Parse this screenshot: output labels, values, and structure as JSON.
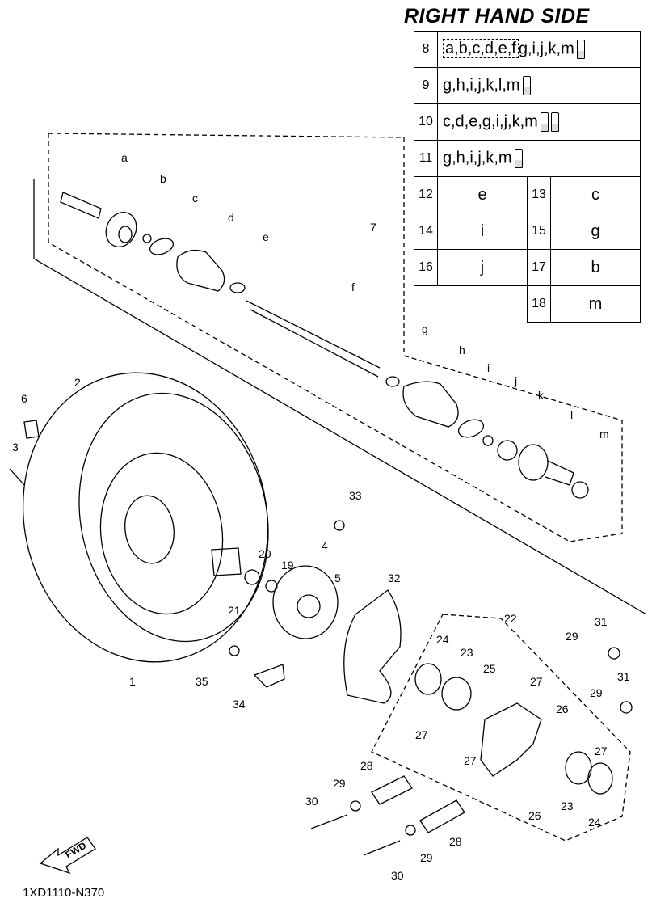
{
  "title": "RIGHT HAND SIDE",
  "diagram_code": "1XD1110-N370",
  "fwd_label": "FWD",
  "reference_table": [
    {
      "num": "8",
      "boxed": "a,b,c,d,e,f",
      "text": "g,i,j,k,m",
      "tubes": 1
    },
    {
      "num": "9",
      "text": "g,h,i,j,k,l,m",
      "tubes": 1
    },
    {
      "num": "10",
      "text": "c,d,e,g,i,j,k,m",
      "tubes": 2
    },
    {
      "num": "11",
      "text": "g,h,i,j,k,m",
      "tubes": 1
    }
  ],
  "single_refs": [
    {
      "left_num": "12",
      "left_val": "e",
      "right_num": "13",
      "right_val": "c"
    },
    {
      "left_num": "14",
      "left_val": "i",
      "right_num": "15",
      "right_val": "g"
    },
    {
      "left_num": "16",
      "left_val": "j",
      "right_num": "17",
      "right_val": "b"
    },
    {
      "left_num": "",
      "left_val": "",
      "right_num": "18",
      "right_val": "m"
    }
  ],
  "shaft_labels": [
    "a",
    "b",
    "c",
    "d",
    "e",
    "f",
    "g",
    "h",
    "i",
    "j",
    "k",
    "l",
    "m"
  ],
  "part_labels": [
    "1",
    "2",
    "3",
    "4",
    "5",
    "6",
    "7",
    "19",
    "20",
    "21",
    "22",
    "23",
    "24",
    "25",
    "26",
    "27",
    "28",
    "29",
    "30",
    "31",
    "32",
    "33",
    "34",
    "35"
  ]
}
